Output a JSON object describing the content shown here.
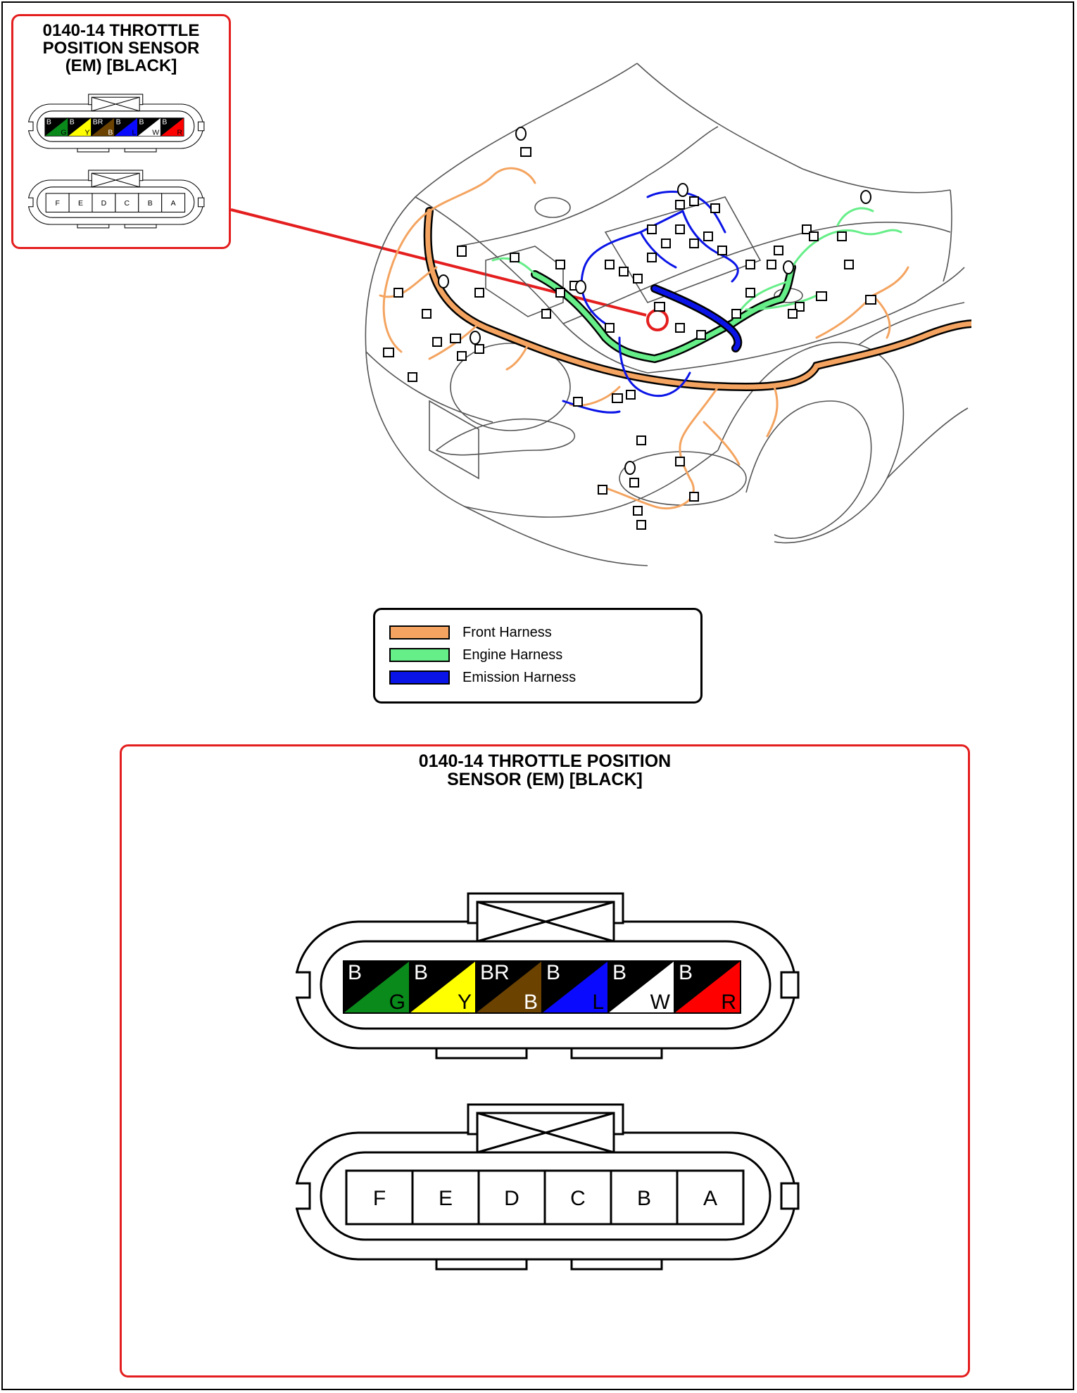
{
  "connector": {
    "title_lines": [
      "0140-14 THROTTLE",
      "POSITION SENSOR",
      "(EM) [BLACK]"
    ],
    "title_big_lines": [
      "0140-14 THROTTLE POSITION",
      "SENSOR (EM) [BLACK]"
    ],
    "wire_pins": [
      {
        "top": "B",
        "bottom": "G",
        "color": "#0a8a1a",
        "bottom_text_color": "#000000"
      },
      {
        "top": "B",
        "bottom": "Y",
        "color": "#ffff00",
        "bottom_text_color": "#000000"
      },
      {
        "top": "BR",
        "bottom": "B",
        "color": "#6b4200",
        "bottom_text_color": "#ffffff",
        "top_on_color": true
      },
      {
        "top": "B",
        "bottom": "L",
        "color": "#0a0aff",
        "bottom_text_color": "#000000"
      },
      {
        "top": "B",
        "bottom": "W",
        "color": "#ffffff",
        "bottom_text_color": "#000000"
      },
      {
        "top": "B",
        "bottom": "R",
        "color": "#ff0000",
        "bottom_text_color": "#000000"
      }
    ],
    "terminals": [
      "F",
      "E",
      "D",
      "C",
      "B",
      "A"
    ]
  },
  "legend": {
    "items": [
      {
        "label": "Front Harness",
        "color": "#f4a460"
      },
      {
        "label": "Engine Harness",
        "color": "#66ee88"
      },
      {
        "label": "Emission Harness",
        "color": "#0a14e6"
      }
    ]
  },
  "colors": {
    "callout": "#e41e1e",
    "front_harness": "#f4a460",
    "engine_harness": "#66ee88",
    "emission_harness": "#0a14e6"
  }
}
